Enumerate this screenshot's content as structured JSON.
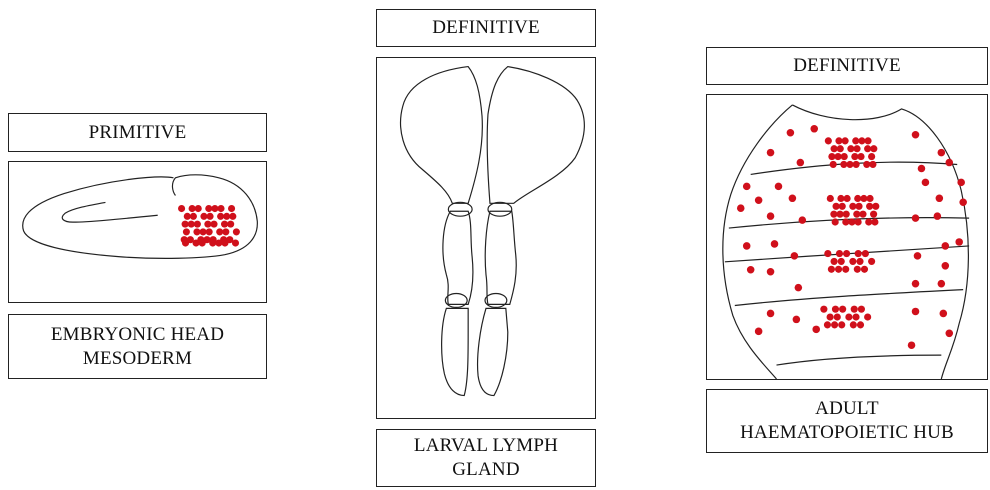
{
  "panels": [
    {
      "id": "embryonic",
      "stage_label": "PRIMITIVE",
      "tissue_label_line1": "EMBRYONIC HEAD",
      "tissue_label_line2": "MESODERM"
    },
    {
      "id": "larval",
      "stage_label": "DEFINITIVE",
      "tissue_label_line1": "LARVAL LYMPH",
      "tissue_label_line2": "GLAND"
    },
    {
      "id": "adult",
      "stage_label": "DEFINITIVE",
      "tissue_label_line1": "ADULT",
      "tissue_label_line2": "HAEMATOPOIETIC HUB"
    }
  ],
  "colors": {
    "cell_dot": "#d0101b",
    "outline": "#222222"
  }
}
